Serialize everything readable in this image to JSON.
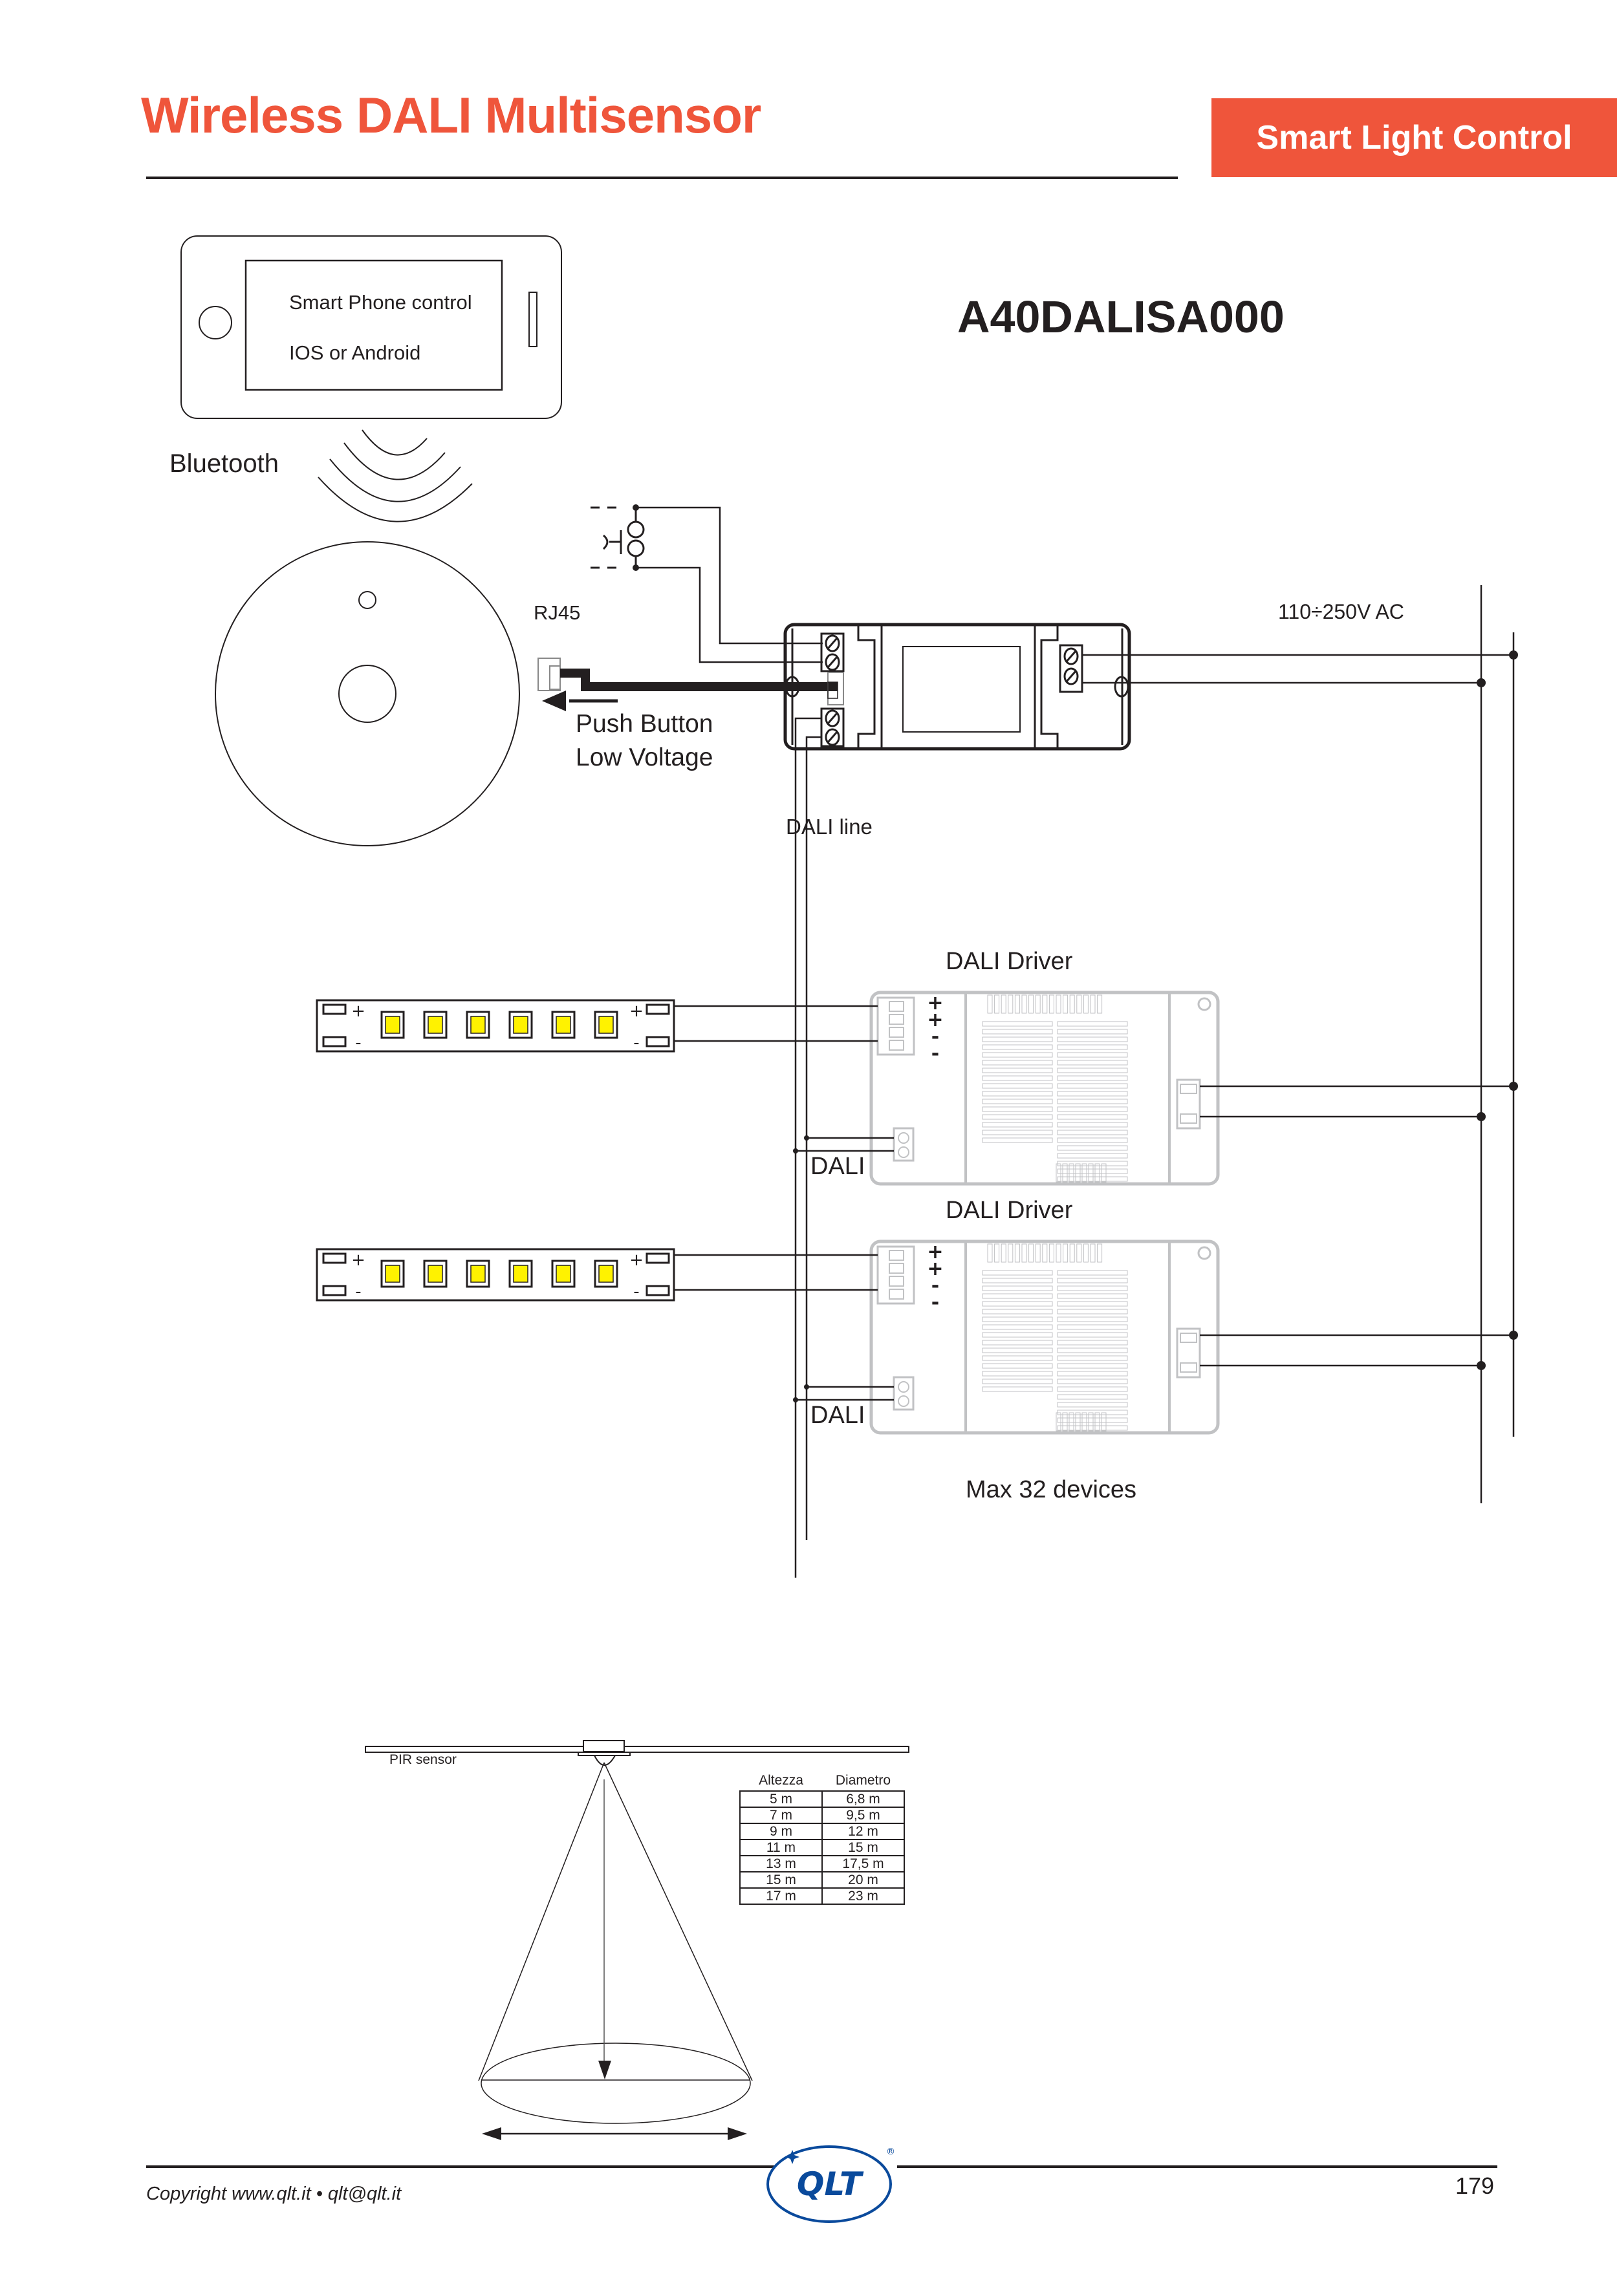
{
  "header": {
    "title": "Wireless DALI Multisensor",
    "category_tag": "Smart Light Control",
    "part_code": "A40DALISA000"
  },
  "colors": {
    "accent": "#ef553b",
    "ink": "#231f20",
    "driver_gray": "#c1c2c4",
    "led_yellow": "#fff200",
    "logo_blue": "#0a4a9c"
  },
  "diagram": {
    "phone": {
      "line1": "Smart Phone control",
      "line2": "IOS  or Android"
    },
    "bluetooth_label": "Bluetooth",
    "rj45_label": "RJ45",
    "push_button_label_1": "Push Button",
    "push_button_label_2": "Low Voltage",
    "mains_label": "110÷250V AC",
    "dali_line_label": "DALI line",
    "drivers": [
      {
        "title": "DALI  Driver",
        "dali_label": "DALI",
        "output_marks": [
          "+",
          "+",
          "-",
          "-"
        ]
      },
      {
        "title": "DALI  Driver",
        "dali_label": "DALI",
        "output_marks": [
          "+",
          "+",
          "-",
          "-"
        ]
      }
    ],
    "led_strips": [
      {
        "led_count": 6,
        "left_plus": "+",
        "left_minus": "-",
        "right_plus": "+",
        "right_minus": "-"
      },
      {
        "led_count": 6,
        "left_plus": "+",
        "left_minus": "-",
        "right_plus": "+",
        "right_minus": "-"
      }
    ],
    "max_devices_note": "Max 32 devices"
  },
  "pir": {
    "label": "PIR sensor",
    "table": {
      "headers": [
        "Altezza",
        "Diametro"
      ],
      "rows": [
        [
          "5 m",
          "6,8 m"
        ],
        [
          "7 m",
          "9,5 m"
        ],
        [
          "9 m",
          "12 m"
        ],
        [
          "11 m",
          "15 m"
        ],
        [
          "13 m",
          "17,5 m"
        ],
        [
          "15 m",
          "20 m"
        ],
        [
          "17 m",
          "23 m"
        ]
      ]
    }
  },
  "footer": {
    "copyright": "Copyright www.qlt.it  •  qlt@qlt.it",
    "page_number": "179",
    "logo_text": "QLT",
    "logo_mark": "®"
  }
}
